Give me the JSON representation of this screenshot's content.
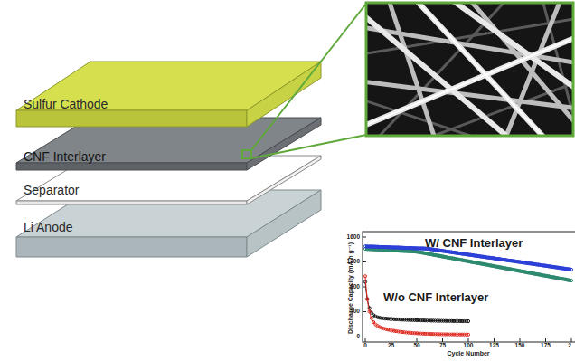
{
  "diagram": {
    "nodes": [
      {
        "text": [
          "Sulfur Cathode"
        ]
      },
      {
        "text": [
          "CNF Interlayer"
        ]
      },
      {
        "text": [
          "Separator"
        ]
      },
      {
        "text": [
          "Li Anode"
        ]
      }
    ],
    "labels": [
      "W/ CNF Interlayer",
      "W/o CNF Interlayer",
      "Discharge Capacity (mA h g⁻¹)",
      "Cycle Number",
      "1600",
      "1200",
      "800",
      "400",
      "0",
      "0",
      "25",
      "50",
      "75",
      "100",
      "125",
      "150",
      "175",
      "2"
    ]
  }
}
